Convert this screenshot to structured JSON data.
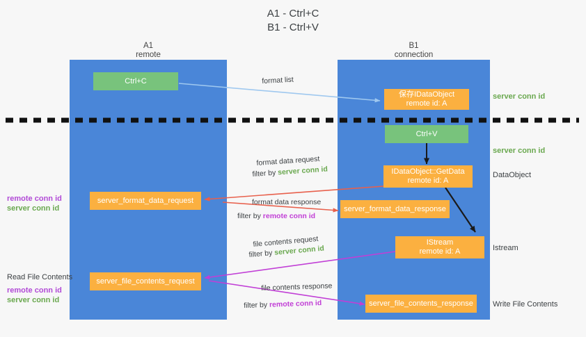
{
  "title": {
    "line1": "A1 - Ctrl+C",
    "line2": "B1 - Ctrl+V"
  },
  "lanes": [
    {
      "name": "A1",
      "sub": "remote"
    },
    {
      "name": "B1",
      "sub": "connection"
    }
  ],
  "boxes": {
    "ctrl_c": {
      "label": "Ctrl+C"
    },
    "save_dataobject": {
      "line1": "保存IDataObject",
      "line2": "remote id: A"
    },
    "ctrl_v": {
      "label": "Ctrl+V"
    },
    "getdata": {
      "line1": "IDataObject::GetData",
      "line2": "remote id: A"
    },
    "istream": {
      "line1": "IStream",
      "line2": "remote id: A"
    },
    "server_format_data_request": {
      "label": "server_format_data_request"
    },
    "server_format_data_response": {
      "label": "server_format_data_response"
    },
    "server_file_contents_request": {
      "label": "server_file_contents_request"
    },
    "server_file_contents_response": {
      "label": "server_file_contents_response"
    }
  },
  "annotations": {
    "right_server_conn_id_1": "server conn id",
    "right_server_conn_id_2": "server conn id",
    "right_dataobject": "DataObject",
    "right_istream": "Istream",
    "right_write_file_contents": "Write File Contents",
    "left_remote_conn_id_1": "remote conn id",
    "left_server_conn_id_1": "server conn id",
    "left_read_file_contents": "Read File Contents",
    "left_remote_conn_id_2": "remote conn id",
    "left_server_conn_id_2": "server conn id"
  },
  "edges": {
    "format_list": "format list",
    "format_data_request": "format data request",
    "format_data_request_filter_prefix": "filter by ",
    "format_data_request_filter_value": "server conn id",
    "format_data_response": "format data response",
    "format_data_response_filter_prefix": "filter by ",
    "format_data_response_filter_value": "remote conn id",
    "file_contents_request": "file contents request",
    "file_contents_request_filter_prefix": "filter by ",
    "file_contents_request_filter_value": "server conn id",
    "file_contents_response": "file contents response",
    "file_contents_response_filter_prefix": "filter by ",
    "file_contents_response_filter_value": "remote conn id"
  },
  "colors": {
    "lane": "#4a86d8",
    "green_box": "#78c37c",
    "orange_box": "#fbb040",
    "green_text": "#6aa84f",
    "purple_text": "#c13fd6",
    "red_arrow": "#e8604c",
    "magenta_arrow": "#c13fd6",
    "lightblue_arrow": "#9fc8ef",
    "black_arrow": "#1a1a1a",
    "background": "#f7f7f7"
  }
}
